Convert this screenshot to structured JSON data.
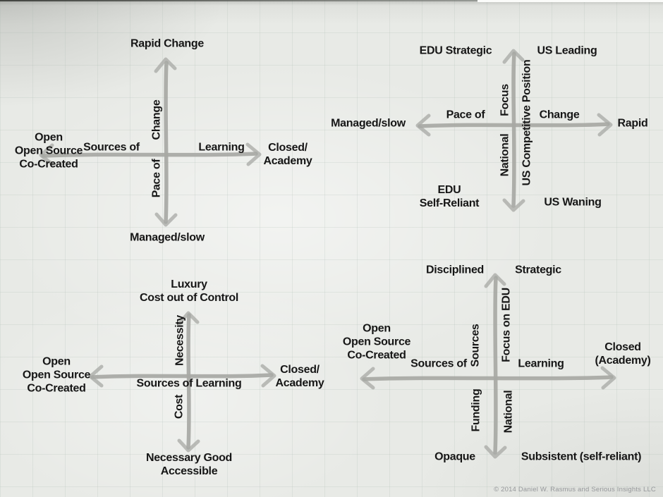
{
  "colors": {
    "background": "#e8eae6",
    "grid_line": "#ccd4cd",
    "axis_stroke": "#a7a8a4",
    "ink": "#161616",
    "footer_text": "#95979a"
  },
  "footer": {
    "copyright": "© 2014 Daniel W. Rasmus and Serious Insights LLC"
  },
  "diagrams": {
    "d1": {
      "top": "Rapid Change",
      "bottom": "Managed/slow",
      "left": [
        "Open",
        "Open Source",
        "Co-Created"
      ],
      "right": [
        "Closed/",
        "Academy"
      ],
      "h_left_word": "Sources of",
      "h_right_word": "Learning",
      "v_top_word": "Change",
      "v_bottom_word": "Pace of"
    },
    "d2": {
      "quad_top_left": "EDU Strategic",
      "quad_top_right": "US Leading",
      "quad_bottom_left": [
        "EDU",
        "Self-Reliant"
      ],
      "quad_bottom_right": "US Waning",
      "left_end": "Managed/slow",
      "right_end": "Rapid",
      "h_left_word": "Pace of",
      "h_right_word": "Change",
      "v_left_top_word": "Focus",
      "v_left_bottom_word": "National",
      "v_right_word": "US Competitive Position"
    },
    "d3": {
      "top": [
        "Luxury",
        "Cost out of Control"
      ],
      "bottom": [
        "Necessary Good",
        "Accessible"
      ],
      "left": [
        "Open",
        "Open Source",
        "Co-Created"
      ],
      "right": [
        "Closed/",
        "Academy"
      ],
      "h_word": "Sources of Learning",
      "v_top_word": "Necessity",
      "v_bottom_word": "Cost"
    },
    "d4": {
      "quad_top_left": "Disciplined",
      "quad_top_right": "Strategic",
      "quad_bottom_left": "Opaque",
      "quad_bottom_right": "Subsistent (self-reliant)",
      "left": [
        "Open",
        "Open Source",
        "Co-Created"
      ],
      "right": [
        "Closed",
        "(Academy)"
      ],
      "h_left_word": "Sources of",
      "h_right_word": "Learning",
      "v_left_top_word": "Sources",
      "v_right_top_word": "Focus on EDU",
      "v_left_bottom_word": "Funding",
      "v_right_bottom_word": "National"
    }
  }
}
